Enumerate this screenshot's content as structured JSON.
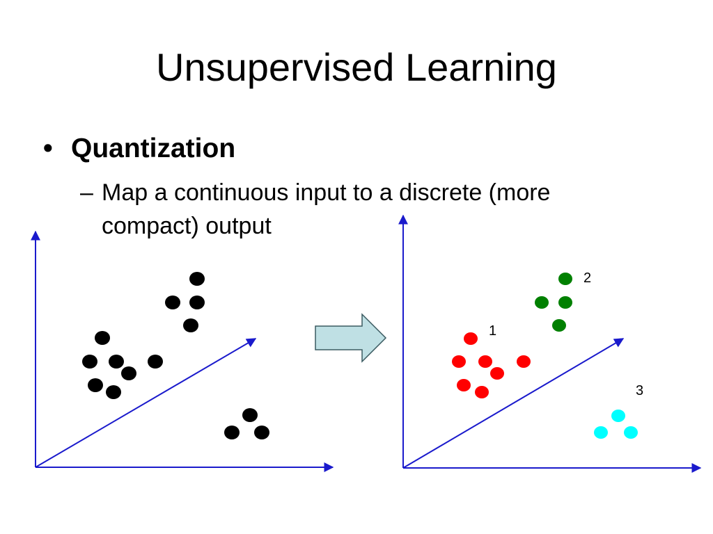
{
  "slide": {
    "title": "Unsupervised Learning",
    "bullet": {
      "marker": "•",
      "text": "Quantization"
    },
    "sub_bullet": {
      "marker": "–",
      "line1": "Map a continuous input to a discrete (more",
      "line2": "compact) output"
    }
  },
  "diagram": {
    "axis_color": "#1a1acc",
    "arrow_fill": "#bfe0e4",
    "arrow_stroke": "#3a5a60",
    "input_color": "#000000",
    "clusters": [
      {
        "label": "1",
        "color": "#ff0000"
      },
      {
        "label": "2",
        "color": "#008000"
      },
      {
        "label": "3",
        "color": "#00ffff"
      }
    ]
  }
}
